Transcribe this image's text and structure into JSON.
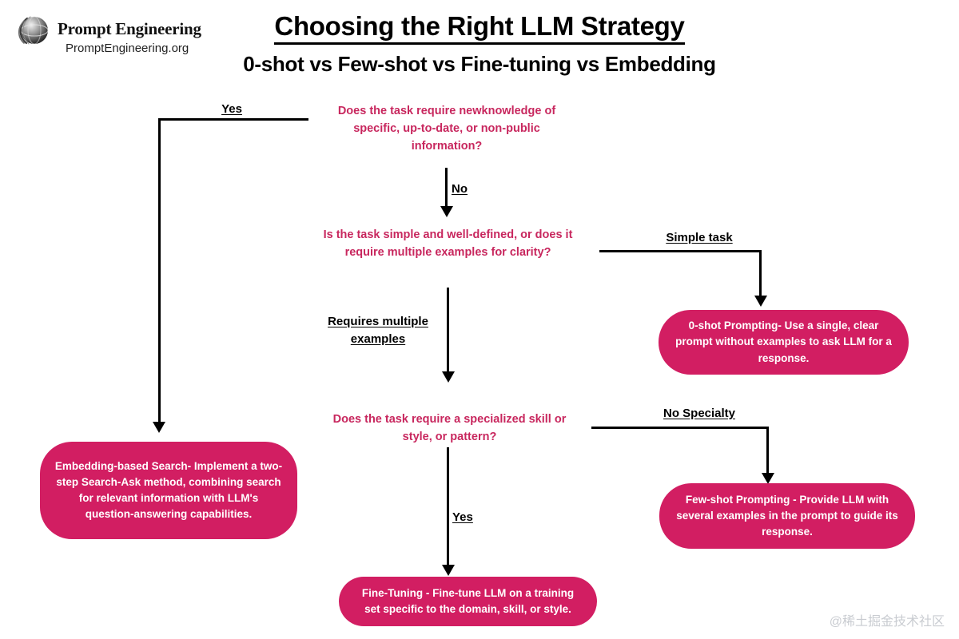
{
  "brand": {
    "logo_icon": "globe-sphere-logo",
    "name": "Prompt Engineering",
    "url": "PromptEngineering.org"
  },
  "header": {
    "title": "Choosing the Right LLM Strategy",
    "subtitle": "0-shot vs Few-shot vs Fine-tuning vs Embedding"
  },
  "colors": {
    "decision_text": "#c8275e",
    "pill_fill": "#d21e62",
    "pill_text": "#ffffff",
    "connector": "#000000",
    "watermark": "#c9ccd1"
  },
  "flow": {
    "decisions": [
      {
        "id": "decision-new-knowledge",
        "text": "Does the task require newknowledge of specific, up-to-date, or non-public information?"
      },
      {
        "id": "decision-simple-or-examples",
        "text": "Is the task simple and well-defined, or does it require multiple examples for clarity?"
      },
      {
        "id": "decision-specialized-skill",
        "text": "Does the task require a specialized skill or style, or pattern?"
      }
    ],
    "outcomes": [
      {
        "id": "outcome-embedding-search",
        "text": "Embedding-based Search- Implement a two-step Search-Ask method, combining search for relevant information with LLM's question-answering capabilities."
      },
      {
        "id": "outcome-zero-shot",
        "text": "0-shot Prompting- Use a single, clear prompt without examples to ask LLM for a response."
      },
      {
        "id": "outcome-few-shot",
        "text": "Few-shot Prompting - Provide LLM with several examples in the prompt to guide its response."
      },
      {
        "id": "outcome-fine-tuning",
        "text": "Fine-Tuning - Fine-tune LLM on a training set specific to the domain, skill, or style."
      }
    ],
    "edge_labels": {
      "yes_new_knowledge": "Yes",
      "no_new_knowledge": "No",
      "simple_task": "Simple task ",
      "requires_multiple_examples_line1": "Requires multiple",
      "requires_multiple_examples_line2": "examples ",
      "no_specialty": "No Specialty",
      "yes_specialized": "Yes"
    }
  },
  "watermark": "@稀土掘金技术社区"
}
